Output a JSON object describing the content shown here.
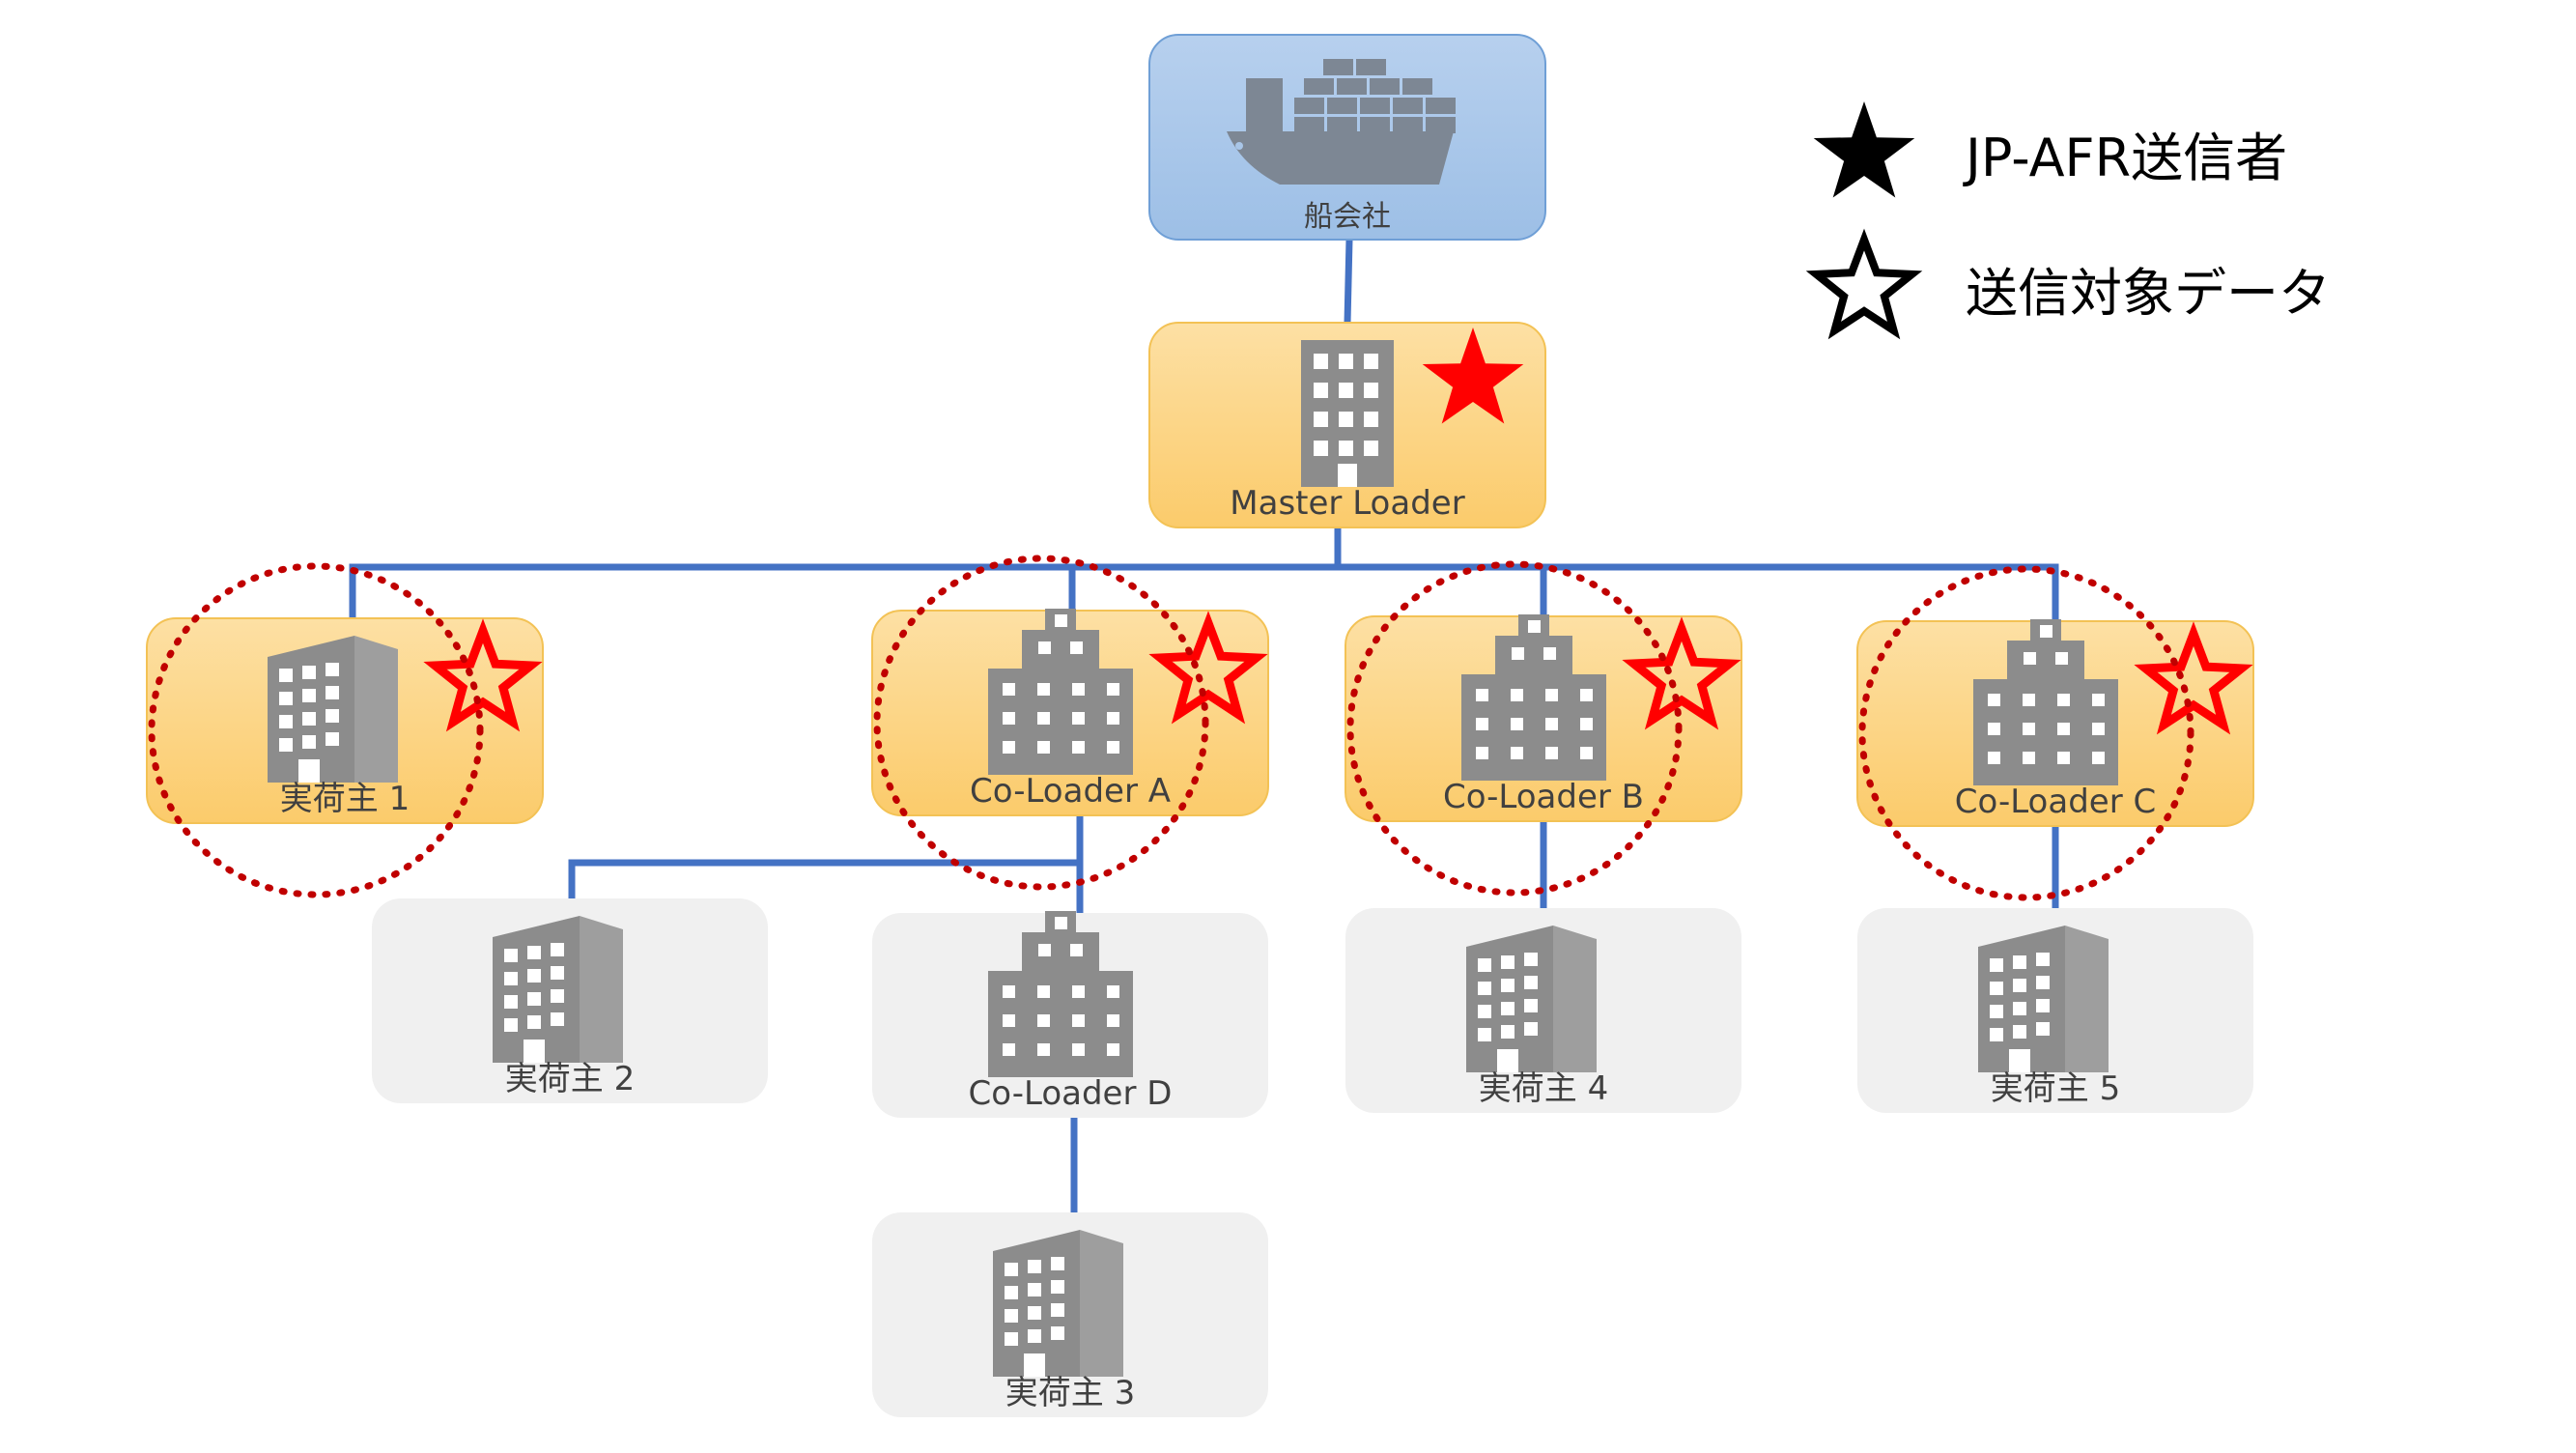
{
  "nodes": {
    "carrier": {
      "label": "船会社",
      "icon": "cargo-ship-icon",
      "kind": "carrier"
    },
    "master": {
      "label": "Master Loader",
      "icon": "office-tower-icon",
      "kind": "master",
      "marker": "filled-star"
    },
    "shipper1": {
      "label": "実荷主 1",
      "icon": "building-icon",
      "kind": "primary",
      "marker": "outline-star",
      "highlighted": true
    },
    "coloaderA": {
      "label": "Co-Loader A",
      "icon": "office-complex-icon",
      "kind": "primary",
      "marker": "outline-star",
      "highlighted": true
    },
    "coloaderB": {
      "label": "Co-Loader B",
      "icon": "office-complex-icon",
      "kind": "primary",
      "marker": "outline-star",
      "highlighted": true
    },
    "coloaderC": {
      "label": "Co-Loader C",
      "icon": "office-complex-icon",
      "kind": "primary",
      "marker": "outline-star",
      "highlighted": true
    },
    "shipper2": {
      "label": "実荷主 2",
      "icon": "building-icon",
      "kind": "secondary"
    },
    "coloaderD": {
      "label": "Co-Loader D",
      "icon": "office-complex-icon",
      "kind": "secondary"
    },
    "shipper4": {
      "label": "実荷主 4",
      "icon": "building-icon",
      "kind": "secondary"
    },
    "shipper5": {
      "label": "実荷主 5",
      "icon": "building-icon",
      "kind": "secondary"
    },
    "shipper3": {
      "label": "実荷主 3",
      "icon": "building-icon",
      "kind": "secondary"
    }
  },
  "edges": [
    [
      "carrier",
      "master"
    ],
    [
      "master",
      "shipper1"
    ],
    [
      "master",
      "coloaderA"
    ],
    [
      "master",
      "coloaderB"
    ],
    [
      "master",
      "coloaderC"
    ],
    [
      "coloaderA",
      "shipper2"
    ],
    [
      "coloaderA",
      "coloaderD"
    ],
    [
      "coloaderD",
      "shipper3"
    ],
    [
      "coloaderB",
      "shipper4"
    ],
    [
      "coloaderC",
      "shipper5"
    ]
  ],
  "legend": {
    "filled_star_label": "JP-AFR送信者",
    "outline_star_label": "送信対象データ"
  },
  "colors": {
    "carrier_fill": "#a9c6e8",
    "carrier_border": "#6f9fd6",
    "primary_fill": "#fcd27f",
    "primary_border": "#f3c255",
    "secondary_fill": "#f0f0f0",
    "connector": "#4472c4",
    "icon": "#8c8c8c",
    "marker_red": "#ff0000",
    "circle_red": "#c00000",
    "text": "#404040"
  }
}
